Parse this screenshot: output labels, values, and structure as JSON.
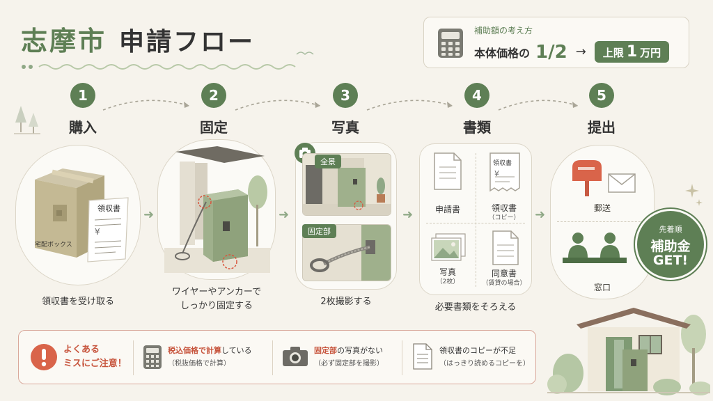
{
  "title": {
    "city": "志摩市",
    "flow": "申請フロー"
  },
  "subsidy": {
    "label": "補助額の考え方",
    "base": "本体価格の",
    "ratio": "1/2",
    "arrow": "→",
    "cap_prefix": "上限",
    "cap_amount": "1",
    "cap_unit": "万円"
  },
  "steps": [
    {
      "num": "1",
      "title": "購入",
      "caption": "領収書を受け取る"
    },
    {
      "num": "2",
      "title": "固定",
      "caption_lines": [
        "ワイヤーやアンカーで",
        "しっかり固定する"
      ]
    },
    {
      "num": "3",
      "title": "写真",
      "caption": "2枚撮影する"
    },
    {
      "num": "4",
      "title": "書類",
      "caption": "必要書類をそろえる"
    },
    {
      "num": "5",
      "title": "提出"
    }
  ],
  "step1": {
    "box_label": "宅配ボックス",
    "receipt_label": "領収書",
    "yen": "¥"
  },
  "step3": {
    "photo1": "全景",
    "photo2": "固定部"
  },
  "step4": {
    "docs": [
      {
        "label": "申請書",
        "sub": ""
      },
      {
        "label": "領収書",
        "sub": "（コピー）",
        "icon_text": "領収書",
        "yen": "¥"
      },
      {
        "label": "写真",
        "sub": "（2枚）"
      },
      {
        "label": "同意書",
        "sub": "（賃貸の場合）"
      }
    ]
  },
  "step5": {
    "mail": "郵送",
    "counter": "窓口"
  },
  "badge": {
    "line1": "先着順",
    "line2": "補助金",
    "line3": "GET!"
  },
  "warnings": {
    "title_lines": [
      "よくある",
      "ミスにご注意！"
    ],
    "items": [
      {
        "highlight": "税込価格で計算",
        "text": "している",
        "sub": "（税抜価格で計算）"
      },
      {
        "highlight": "固定部",
        "text": "の写真がない",
        "sub": "（必ず固定部を撮影）"
      },
      {
        "highlight": "",
        "text": "領収書のコピーが不足",
        "sub": "（はっきり読めるコピーを）"
      }
    ]
  },
  "colors": {
    "accent": "#5e7f55",
    "warning": "#c7553d",
    "background": "#f6f3ec"
  },
  "icons": [
    "calculator-icon",
    "camera-icon",
    "document-icon",
    "exclamation-icon",
    "mailbox-icon",
    "envelope-icon",
    "people-icon",
    "house-illustration",
    "tree-icon",
    "sparkle-icon"
  ]
}
